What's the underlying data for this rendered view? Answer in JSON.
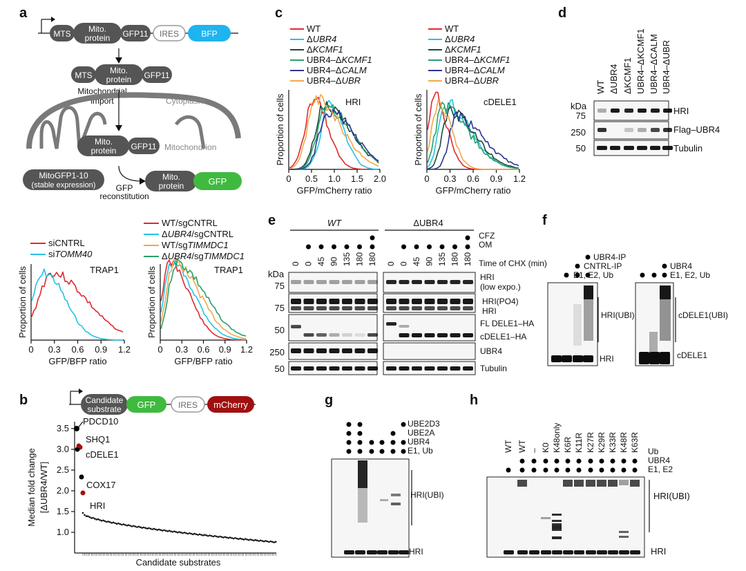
{
  "panels": {
    "a": "a",
    "b": "b",
    "c": "c",
    "d": "d",
    "e": "e",
    "f": "f",
    "g": "g",
    "h": "h"
  },
  "colors": {
    "red": "#e0282e",
    "cyan": "#22c3e4",
    "dkgreen": "#1a4a38",
    "green": "#27a06a",
    "navy": "#2b3590",
    "orange": "#f2a84a",
    "gfp": "#3fba3f",
    "bfp": "#1eb4ef",
    "mcherry": "#a01010",
    "organelle": "#7a7a7a"
  },
  "a_schematic": {
    "construct": [
      "MTS",
      "Mito.",
      "protein",
      "GFP11",
      "IRES",
      "BFP"
    ],
    "step2": [
      "MTS",
      "Mito.",
      "protein",
      "GFP11"
    ],
    "import_label": [
      "Mitochondrial",
      "import"
    ],
    "cytoplasm": "Cytoplasm",
    "step3": [
      "Mito.",
      "protein",
      "GFP11"
    ],
    "mitochondrion": "Mitochondrion",
    "mitogfp": [
      "MitoGFP1-10",
      "(stable expression)"
    ],
    "reconst": [
      "GFP",
      "reconstitution"
    ],
    "final": [
      "Mito.",
      "protein",
      "GFP"
    ]
  },
  "a_plot1": {
    "legend": [
      "siCNTRL",
      "si",
      "TOMM40"
    ],
    "label": "TRAP1",
    "ylabel": "Proportion of cells",
    "xlabel": "GFP/BFP ratio",
    "ticks": [
      "0",
      "0.3",
      "0.6",
      "0.9",
      "1.2"
    ]
  },
  "a_plot2": {
    "legend": [
      [
        "WT/sgCNTRL"
      ],
      [
        "Δ",
        "UBR4",
        "/sgCNTRL"
      ],
      [
        "WT/sg",
        "TIMMDC1"
      ],
      [
        "Δ",
        "UBR4",
        "/sg",
        "TIMMDC1"
      ]
    ],
    "label": "TRAP1",
    "ylabel": "Proportion of cells",
    "xlabel": "GFP/BFP ratio",
    "ticks": [
      "0",
      "0.3",
      "0.6",
      "0.9",
      "1.2"
    ]
  },
  "b_panel": {
    "construct": [
      "Candidate",
      "substrate",
      "GFP",
      "IRES",
      "mCherry"
    ],
    "ylabel1": "Median fold change",
    "ylabel2": "[ΔUBR4/WT]",
    "yticks": [
      "3.5",
      "3.0",
      "2.5",
      "2.0",
      "1.5",
      "1.0"
    ],
    "xlabel": "Candidate substrates",
    "labels": [
      "PDCD10",
      "SHQ1",
      "cDELE1",
      "COX17",
      "HRI"
    ]
  },
  "c_panel": {
    "legend": [
      [
        "WT"
      ],
      [
        "Δ",
        "UBR4"
      ],
      [
        "Δ",
        "KCMF1"
      ],
      [
        "UBR4–Δ",
        "KCMF1"
      ],
      [
        "UBR4–Δ",
        "CALM"
      ],
      [
        "UBR4–Δ",
        "UBR"
      ]
    ],
    "plot1": {
      "label": "HRI",
      "ticks": [
        "0",
        "0.5",
        "1.0",
        "1.5",
        "2.0"
      ]
    },
    "plot2": {
      "label": "cDELE1",
      "ticks": [
        "0",
        "0.3",
        "0.6",
        "0.9",
        "1.2"
      ]
    },
    "ylabel": "Proportion of cells",
    "xlabel": "GFP/mCherry ratio"
  },
  "d_panel": {
    "lanes": [
      "WT",
      "ΔUBR4",
      "ΔKCMF1",
      "UBR4–ΔKCMF1",
      "UBR4–ΔCALM",
      "UBR4–ΔUBR"
    ],
    "kda": "kDa",
    "markers": [
      "75",
      "250",
      "50"
    ],
    "bands": [
      "HRI",
      "Flag–UBR4",
      "Tubulin"
    ]
  },
  "e_panel": {
    "groups": [
      "WT",
      "ΔUBR4"
    ],
    "rows": [
      "CFZ",
      "OM",
      "Time of CHX (min)"
    ],
    "times": [
      "0",
      "0",
      "45",
      "90",
      "135",
      "180",
      "180",
      "0",
      "0",
      "45",
      "90",
      "135",
      "180",
      "180"
    ],
    "kda": "kDa",
    "markers": [
      "75",
      "75",
      "50",
      "250",
      "50"
    ],
    "bands": [
      [
        "HRI",
        "(low expo.)"
      ],
      [
        "HRI(PO4)",
        "HRI"
      ],
      [
        "FL DELE1–HA",
        "cDELE1–HA"
      ],
      [
        "UBR4"
      ],
      [
        "Tubulin"
      ]
    ]
  },
  "f_panel": {
    "rows1": [
      "UBR4-IP",
      "CNTRL-IP",
      "E1, E2, Ub"
    ],
    "rows2": [
      "UBR4",
      "E1, E2, Ub"
    ],
    "labels": [
      "HRI(UBI)",
      "HRI",
      "cDELE1(UBI)",
      "cDELE1"
    ]
  },
  "g_panel": {
    "rows": [
      "UBE2D3",
      "UBE2A",
      "UBR4",
      "E1, Ub"
    ],
    "labels": [
      "HRI(UBI)",
      "HRI"
    ]
  },
  "h_panel": {
    "lanes": [
      "WT",
      "WT",
      "–",
      "K0",
      "K48only",
      "K6R",
      "K11R",
      "K27R",
      "K29R",
      "K33R",
      "K48R",
      "K63R"
    ],
    "rows": [
      "Ub",
      "UBR4",
      "E1, E2"
    ],
    "labels": [
      "HRI(UBI)",
      "HRI"
    ]
  }
}
